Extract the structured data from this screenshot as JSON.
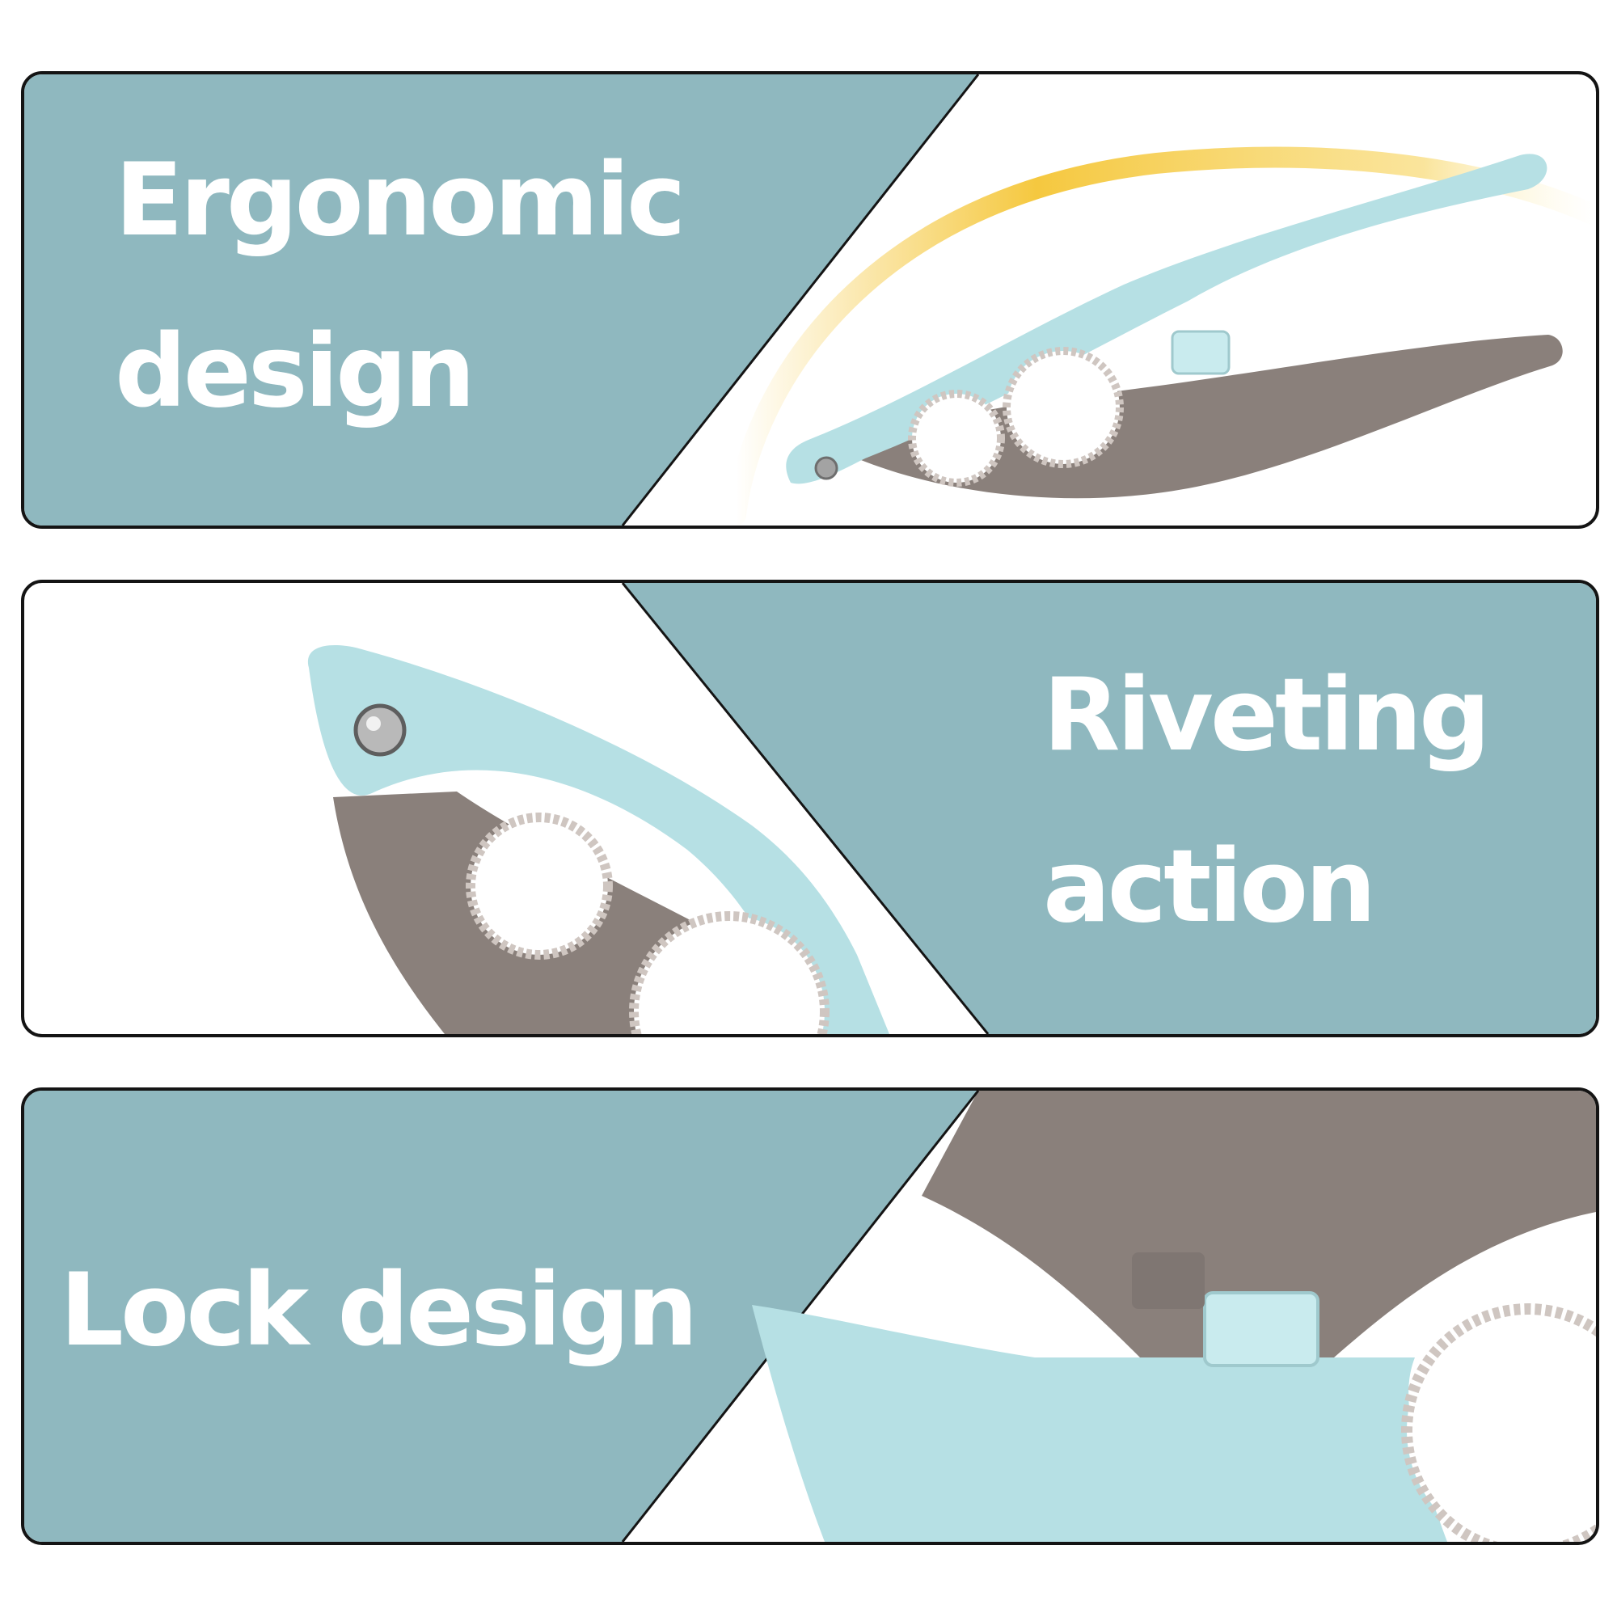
{
  "colors": {
    "teal_panel": "#8fb8bf",
    "handle_light": "#b6e0e4",
    "handle_dark": "#8a807b",
    "teeth": "#cfc6c1",
    "arc": "#f4c22a",
    "border": "#141414"
  },
  "panels": [
    {
      "caption": "Ergonomic\ndesign",
      "icon": "nutcracker-full-view"
    },
    {
      "caption": "Riveting\naction",
      "icon": "rivet-closeup"
    },
    {
      "caption": "Lock design",
      "icon": "lock-closeup"
    }
  ]
}
